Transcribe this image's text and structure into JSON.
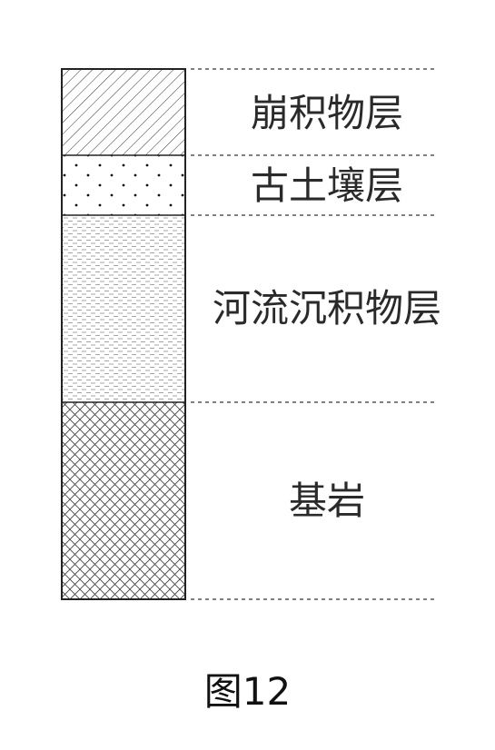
{
  "diagram": {
    "layers": [
      {
        "label": "崩积物层",
        "pattern": "diagonal-hatch"
      },
      {
        "label": "古土壤层",
        "pattern": "dots"
      },
      {
        "label": "河流沉积物层",
        "pattern": "fine-dashes"
      },
      {
        "label": "基岩",
        "pattern": "cross-hatch"
      }
    ],
    "caption": "图12"
  },
  "colors": {
    "stroke": "#222222",
    "dashed_line": "#555555",
    "text": "#2a2a2a"
  }
}
